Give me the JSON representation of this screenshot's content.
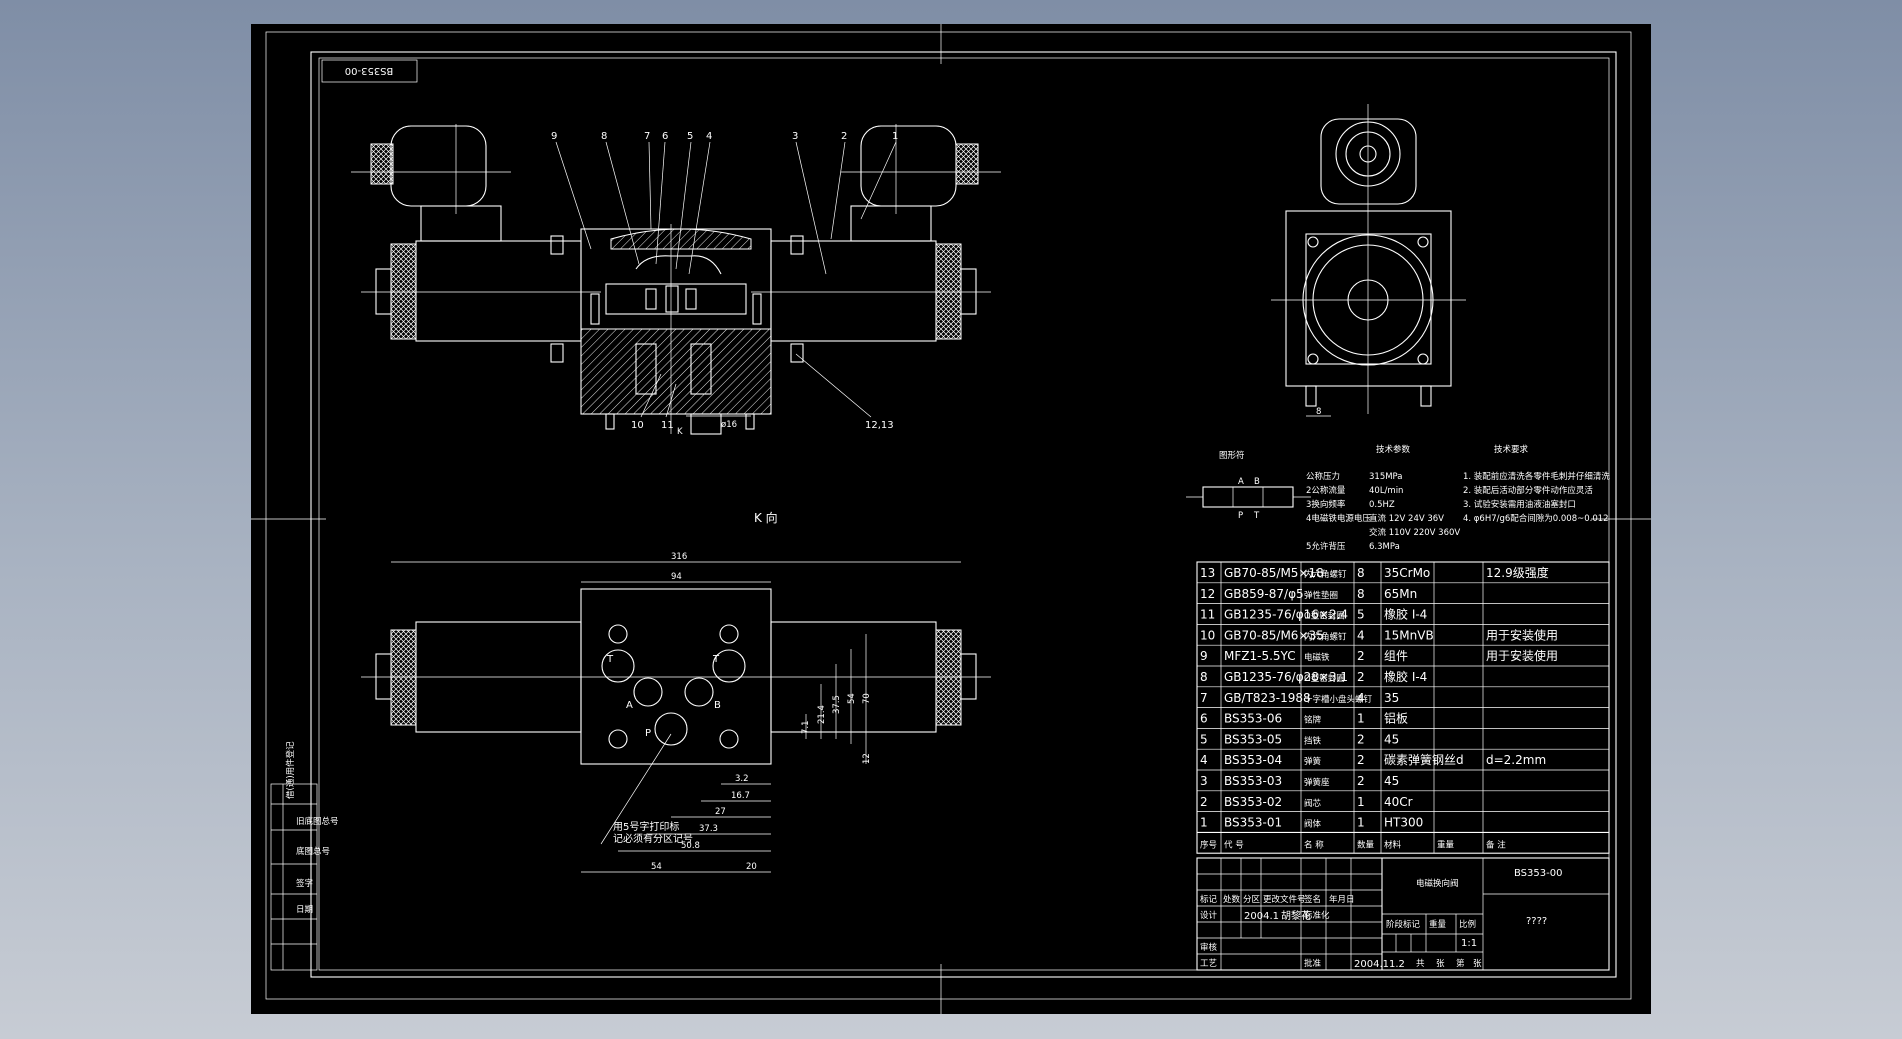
{
  "title_block": {
    "drawing_no_box": "BS353-00",
    "drawing_no_rotated": "BS353-00",
    "name": "电磁换向阀",
    "code": "BS353-00",
    "unknown": "????",
    "scale": "1:1",
    "designer_date": "2004.1",
    "designer": "胡黎花",
    "date2": "2004.11.2",
    "labels": {
      "mark": "标记",
      "count": "处数",
      "zone": "分区",
      "change_doc": "更改文件号",
      "sign": "签名",
      "ymd": "年月日",
      "design": "设计",
      "std": "标准化",
      "stage_mark": "阶段标记",
      "weight": "重量",
      "scale": "比例",
      "check": "审核",
      "craft": "工艺",
      "approve": "批准",
      "total": "共",
      "sheet": "张",
      "page": "第",
      "sheet2": "张"
    }
  },
  "views": {
    "k_label": "K 向",
    "k_arrow": "K",
    "section_callouts": [
      "9",
      "8",
      "7",
      "6",
      "5",
      "4",
      "3",
      "2",
      "1"
    ],
    "bottom_callouts": [
      "10",
      "11",
      "12,13"
    ],
    "dim_bottom": "ø16",
    "side_dim": "8"
  },
  "k_view": {
    "dims_top": [
      "316",
      "94"
    ],
    "ports": [
      "T",
      "T",
      "A",
      "B",
      "P"
    ],
    "dims_right": [
      "70",
      "54",
      "37.5",
      "21.4",
      "7.1",
      "12"
    ],
    "dims_bottom": [
      "3.2",
      "16.7",
      "27",
      "37.3",
      "50.8",
      "54",
      "20"
    ],
    "note": [
      "用5号字打印标",
      "记必须有分区记号"
    ]
  },
  "tech": {
    "symbol_title": "图形符",
    "symbol_labels": [
      "A",
      "B",
      "P",
      "T"
    ],
    "params_title": "技术参数",
    "params": [
      [
        "公称压力",
        "315MPa"
      ],
      [
        "2公称流量",
        "40L/min"
      ],
      [
        "3换向频率",
        "0.5HZ"
      ],
      [
        "4电磁铁电源电压",
        "直流  12V  24V  36V"
      ],
      [
        "",
        "交流  110V  220V  360V"
      ],
      [
        "5允许背压",
        "6.3MPa"
      ]
    ],
    "req_title": "技术要求",
    "requirements": [
      "1. 装配前应清洗各零件毛刺并仔细清洗",
      "2. 装配后活动部分零件动作应灵活",
      "3. 试验安装需用油液油塞封口",
      "4. φ6H7/g6配合间隙为0.008~0.012"
    ]
  },
  "bom": {
    "rows": [
      [
        "13",
        "GB70-85/M5×18",
        "内六角螺钉",
        "8",
        "35CrMo",
        "",
        "12.9级强度"
      ],
      [
        "12",
        "GB859-87/φ5",
        "弹性垫圈",
        "8",
        "65Mn",
        "",
        ""
      ],
      [
        "11",
        "GB1235-76/φ16×2.4",
        "O型密封圈",
        "5",
        "橡胶 I-4",
        "",
        ""
      ],
      [
        "10",
        "GB70-85/M6×35",
        "内六角螺钉",
        "4",
        "15MnVB",
        "",
        "用于安装使用"
      ],
      [
        "9",
        "MFZ1-5.5YC",
        "电磁铁",
        "2",
        "组件",
        "",
        "用于安装使用"
      ],
      [
        "8",
        "GB1235-76/φ28×3.1",
        "O型密封圈",
        "2",
        "橡胶 I-4",
        "",
        ""
      ],
      [
        "7",
        "GB/T823-1988",
        "十字槽小盘头螺钉",
        "4",
        "35",
        "",
        ""
      ],
      [
        "6",
        "BS353-06",
        "铭牌",
        "1",
        "铝板",
        "",
        ""
      ],
      [
        "5",
        "BS353-05",
        "挡铁",
        "2",
        "45",
        "",
        ""
      ],
      [
        "4",
        "BS353-04",
        "弹簧",
        "2",
        "碳素弹簧钢丝d",
        "",
        "d=2.2mm"
      ],
      [
        "3",
        "BS353-03",
        "弹簧座",
        "2",
        "45",
        "",
        ""
      ],
      [
        "2",
        "BS353-02",
        "阀芯",
        "1",
        "40Cr",
        "",
        ""
      ],
      [
        "1",
        "BS353-01",
        "阀体",
        "1",
        "HT300",
        "",
        ""
      ]
    ],
    "header": [
      "序号",
      "代    号",
      "名    称",
      "数量",
      "材料",
      "重量",
      "备    注"
    ]
  },
  "left_strip": [
    "借(通)用件登记",
    "旧底图总号",
    "底图总号",
    "签字",
    "日期"
  ]
}
